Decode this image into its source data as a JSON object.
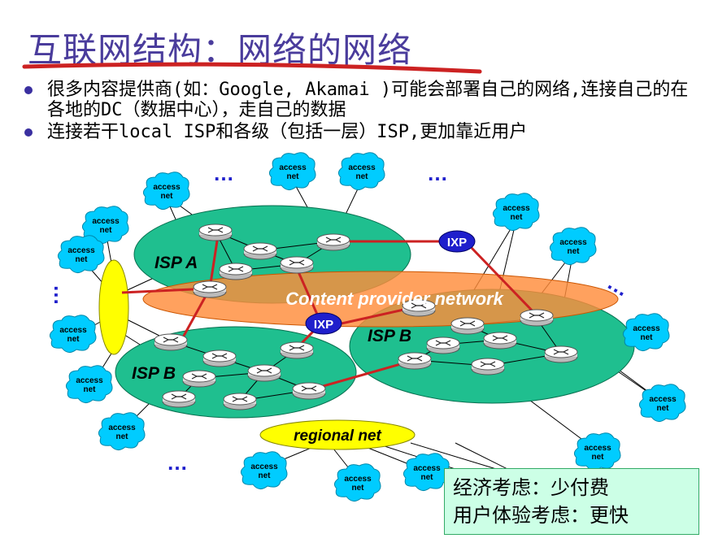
{
  "title": "互联网结构：网络的网络",
  "bullets": [
    "很多内容提供商(如：Google, Akamai )可能会部署自己的网络,连接自己的在各地的DC（数据中心），走自己的数据",
    "连接若干local ISP和各级（包括一层）ISP,更加靠近用户"
  ],
  "diagram": {
    "access_label_line1": "access",
    "access_label_line2": "net",
    "isp_a": "ISP A",
    "isp_b": "ISP B",
    "ixp": "IXP",
    "content_provider": "Content provider network",
    "regional": "regional net",
    "ellipsis": "…"
  },
  "callout": {
    "line1": "经济考虑：少付费",
    "line2": "用户体验考虑：更快"
  },
  "colors": {
    "title": "#4a3c9c",
    "isp_fill": "#1fbf8f",
    "content_fill": "#ff8c3a",
    "regional_fill": "#ffff00",
    "access_fill": "#00ccff",
    "ixp_fill": "#1f1fcc",
    "link_red": "#cc2222",
    "callout_bg": "#ccffe6"
  }
}
